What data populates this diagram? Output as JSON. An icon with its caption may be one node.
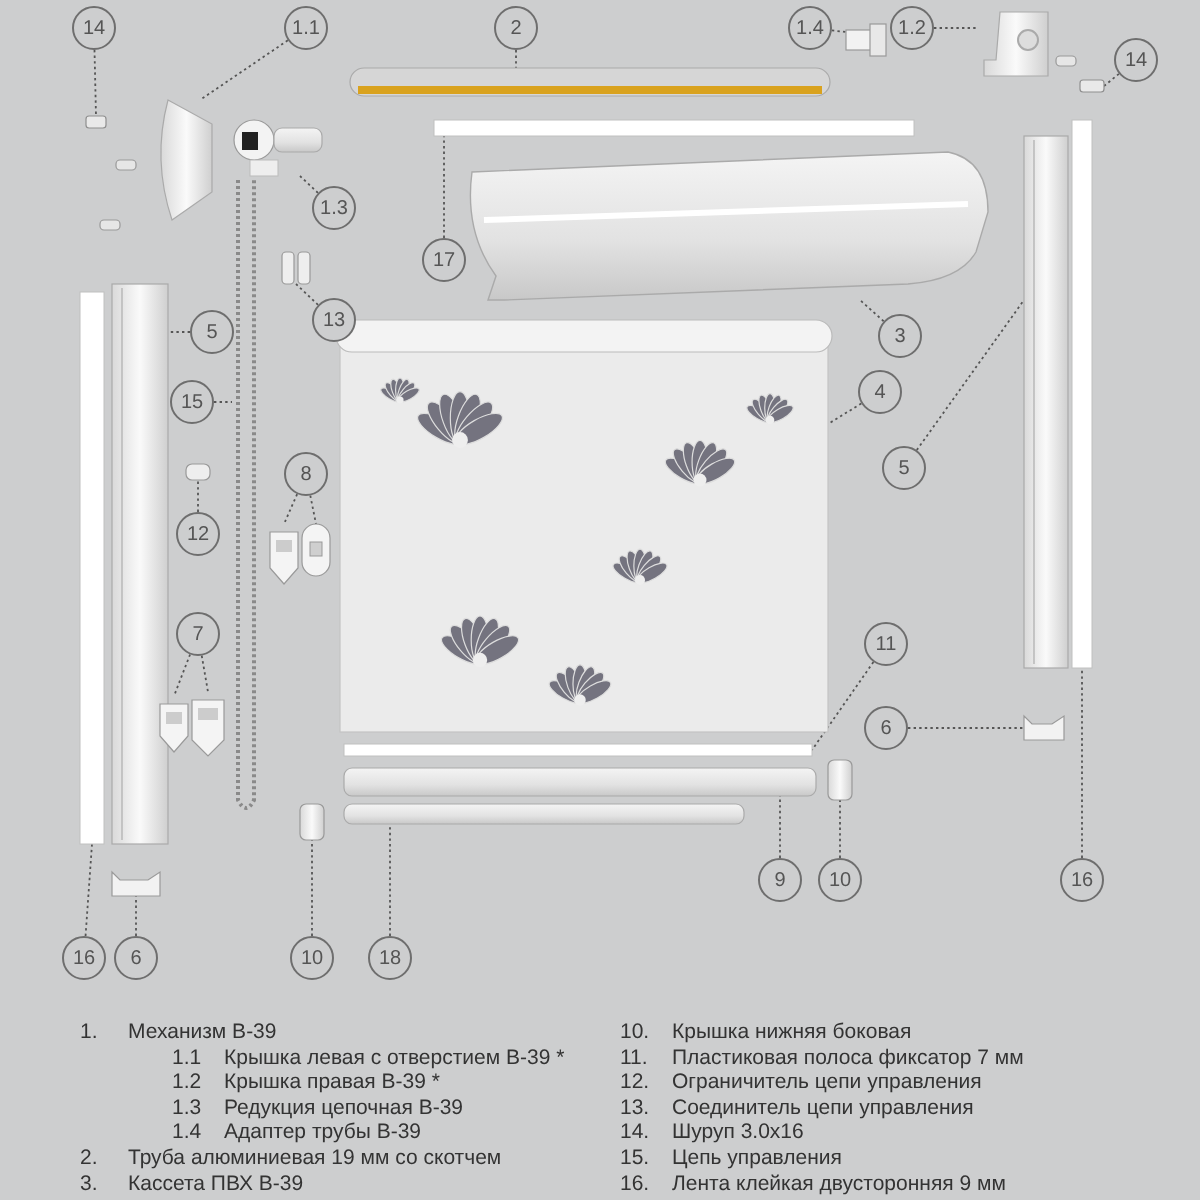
{
  "diagram": {
    "nodes": [
      {
        "text": [
          "14"
        ]
      },
      {
        "text": [
          "1.1"
        ]
      },
      {
        "text": [
          "2"
        ]
      },
      {
        "text": [
          "1.4"
        ]
      },
      {
        "text": [
          "1.2"
        ]
      },
      {
        "text": [
          "14"
        ]
      },
      {
        "text": [
          "1.3"
        ]
      },
      {
        "text": [
          "17"
        ]
      },
      {
        "text": [
          "3"
        ]
      },
      {
        "text": [
          "13"
        ]
      },
      {
        "text": [
          "5"
        ]
      },
      {
        "text": [
          "15"
        ]
      },
      {
        "text": [
          "4"
        ]
      },
      {
        "text": [
          "5"
        ]
      },
      {
        "text": [
          "8"
        ]
      },
      {
        "text": [
          "12"
        ]
      },
      {
        "text": [
          "7"
        ]
      },
      {
        "text": [
          "11"
        ]
      },
      {
        "text": [
          "6"
        ]
      },
      {
        "text": [
          "9"
        ]
      },
      {
        "text": [
          "10"
        ]
      },
      {
        "text": [
          "16"
        ]
      },
      {
        "text": [
          "16"
        ]
      },
      {
        "text": [
          "6"
        ]
      },
      {
        "text": [
          "10"
        ]
      },
      {
        "text": [
          "18"
        ]
      },
      {
        "text": [],
        "shape": "box"
      },
      {
        "text": [],
        "shape": "picture"
      },
      {
        "text": [],
        "shape": "picture"
      },
      {
        "text": [],
        "shape": "picture"
      },
      {
        "text": [],
        "shape": "picture"
      },
      {
        "text": [],
        "shape": "box"
      },
      {
        "text": [],
        "shape": "picture"
      },
      {
        "text": [],
        "shape": "bar"
      },
      {
        "text": [],
        "shape": "picture"
      },
      {
        "text": [],
        "shape": "picture"
      },
      {
        "text": [],
        "shape": "bar"
      },
      {
        "text": [],
        "shape": "picture"
      },
      {
        "text": [],
        "shape": "picture"
      },
      {
        "text": [],
        "shape": "picture"
      },
      {
        "text": [],
        "shape": "picture"
      },
      {
        "text": [],
        "shape": "bar"
      },
      {
        "text": [],
        "shape": "picture"
      },
      {
        "text": [],
        "shape": "picture"
      },
      {
        "text": [],
        "shape": "picture"
      },
      {
        "text": [],
        "shape": "picture"
      },
      {
        "text": [],
        "shape": "picture"
      },
      {
        "text": [],
        "shape": "bar"
      },
      {
        "text": [],
        "shape": "picture"
      },
      {
        "text": [],
        "shape": "picture"
      },
      {
        "text": [],
        "shape": "picture"
      },
      {
        "text": [],
        "shape": "picture"
      },
      {
        "text": [],
        "shape": "picture"
      },
      {
        "text": [],
        "shape": "picture"
      }
    ],
    "edges": [
      {
        "from": 0,
        "to": 26,
        "arrow": "none"
      },
      {
        "from": 1,
        "to": 27,
        "arrow": "none"
      },
      {
        "from": 2,
        "to": 28,
        "arrow": "none"
      },
      {
        "from": 3,
        "to": 29,
        "arrow": "none"
      },
      {
        "from": 4,
        "to": 30,
        "arrow": "none"
      },
      {
        "from": 5,
        "to": 31,
        "arrow": "none"
      },
      {
        "from": 6,
        "to": 32,
        "arrow": "none"
      },
      {
        "from": 7,
        "to": 33,
        "arrow": "none"
      },
      {
        "from": 8,
        "to": 34,
        "arrow": "none"
      },
      {
        "from": 9,
        "to": 35,
        "arrow": "none"
      },
      {
        "from": 10,
        "to": 37,
        "arrow": "none"
      },
      {
        "from": 11,
        "to": 38,
        "arrow": "none"
      },
      {
        "from": 12,
        "to": 39,
        "arrow": "none"
      },
      {
        "from": 13,
        "to": 40,
        "arrow": "none"
      },
      {
        "from": 14,
        "to": 43,
        "arrow": "none"
      },
      {
        "from": 14,
        "to": 44,
        "arrow": "none"
      },
      {
        "from": 15,
        "to": 42,
        "arrow": "none"
      },
      {
        "from": 16,
        "to": 45,
        "arrow": "none"
      },
      {
        "from": 16,
        "to": 46,
        "arrow": "none"
      },
      {
        "from": 17,
        "to": 47,
        "arrow": "none"
      },
      {
        "from": 18,
        "to": 52,
        "arrow": "none"
      },
      {
        "from": 19,
        "to": 48,
        "arrow": "none"
      },
      {
        "from": 20,
        "to": 50,
        "arrow": "none"
      },
      {
        "from": 21,
        "to": 41,
        "arrow": "none"
      },
      {
        "from": 22,
        "to": 36,
        "arrow": "none"
      },
      {
        "from": 23,
        "to": 53,
        "arrow": "none"
      },
      {
        "from": 24,
        "to": 51,
        "arrow": "none"
      },
      {
        "from": 25,
        "to": 49,
        "arrow": "none"
      }
    ],
    "labels": [
      "1.",
      "Механизм В-39",
      "1.1",
      "Крышка левая с отверстием В-39 *",
      "1.2",
      "Крышка правая В-39 *",
      "1.3",
      "Редукция цепочная В-39",
      "1.4",
      "Адаптер трубы В-39",
      "2.",
      "Труба алюминиевая 19 мм со скотчем",
      "3.",
      "Кассета ПВХ В-39",
      "10.",
      "Крышка нижняя боковая",
      "11.",
      "Пластиковая полоса фиксатор 7 мм",
      "12.",
      "Ограничитель цепи управления",
      "13.",
      "Соединитель цепи управления",
      "14.",
      "Шуруп 3.0x16",
      "15.",
      "Цепь управления",
      "16.",
      "Лента клейкая двусторонняя 9 мм"
    ]
  }
}
